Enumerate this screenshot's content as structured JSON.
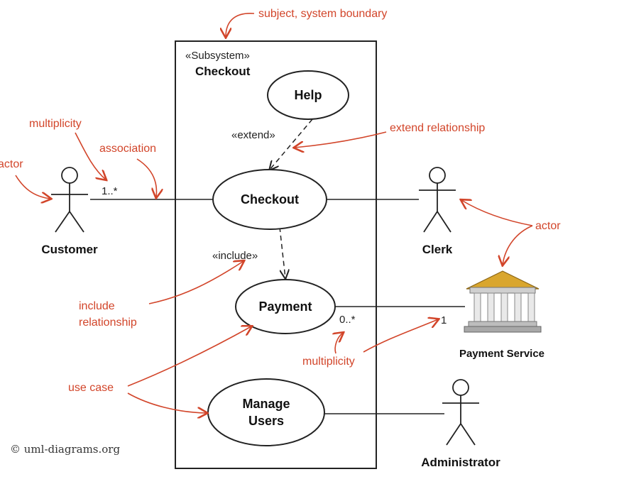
{
  "subject": {
    "stereotype": "«Subsystem»",
    "name": "Checkout"
  },
  "use_cases": {
    "help": "Help",
    "checkout": "Checkout",
    "payment": "Payment",
    "manage_users_line1": "Manage",
    "manage_users_line2": "Users"
  },
  "actors": {
    "customer": "Customer",
    "clerk": "Clerk",
    "payment_service": "Payment Service",
    "administrator": "Administrator"
  },
  "relations": {
    "extend": "«extend»",
    "include": "«include»",
    "mult_customer": "1..*",
    "mult_payment": "0..*",
    "mult_service": "1"
  },
  "annotations": {
    "subject_boundary": "subject, system boundary",
    "multiplicity_top": "multiplicity",
    "actor_left": "actor",
    "association": "association",
    "extend_relationship": "extend relationship",
    "actor_right": "actor",
    "include_relationship_line1": "include",
    "include_relationship_line2": "relationship",
    "multiplicity_bottom": "multiplicity",
    "use_case": "use case"
  },
  "footer": {
    "copyright": "© uml-diagrams.org"
  },
  "colors": {
    "annotation": "#d2452a",
    "line": "#222222",
    "bank_icon": "#d9a62e"
  }
}
